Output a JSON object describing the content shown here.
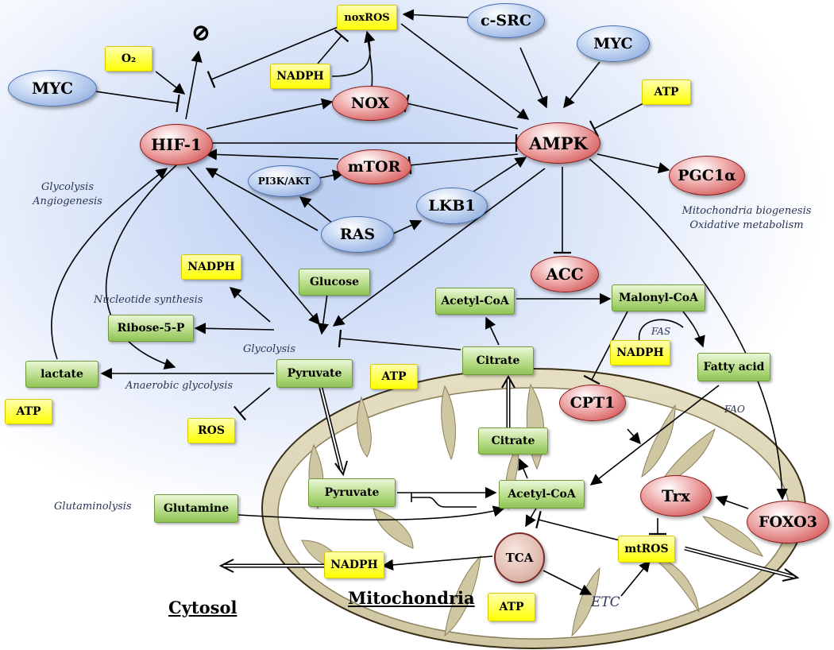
{
  "regions": {
    "cytosol": "Cytosol",
    "mitochondria": "Mitochondria"
  },
  "symbols": {
    "null_symbol": "⊘"
  },
  "nodes": {
    "myc_left": "MYC",
    "myc_right": "MYC",
    "c_src": "c-SRC",
    "pi3k_akt": "PI3K/AKT",
    "ras": "RAS",
    "lkb1": "LKB1",
    "hif1": "HIF-1",
    "nox": "NOX",
    "ampk": "AMPK",
    "mtor": "mTOR",
    "pgc1a": "PGC1α",
    "acc": "ACC",
    "cpt1": "CPT1",
    "trx": "Trx",
    "foxo3": "FOXO3",
    "tca": "TCA",
    "o2": "O₂",
    "noxros": "noxROS",
    "nadph_top": "NADPH",
    "atp_top": "ATP",
    "nadph_left": "NADPH",
    "atp_mid": "ATP",
    "atp_left": "ATP",
    "ros": "ROS",
    "nadph_fas": "NADPH",
    "nadph_mito": "NADPH",
    "atp_mito": "ATP",
    "mtros": "mtROS",
    "glucose": "Glucose",
    "ribose5p": "Ribose-5-P",
    "pyruvate_cyto": "Pyruvate",
    "lactate": "lactate",
    "citrate_cyto": "Citrate",
    "acetylcoa_cyto": "Acetyl-CoA",
    "malonylcoa": "Malonyl-CoA",
    "fatty_acid": "Fatty acid",
    "citrate_mito": "Citrate",
    "acetylcoa_mito": "Acetyl-CoA",
    "pyruvate_mito": "Pyruvate",
    "glutamine": "Glutamine"
  },
  "labels": {
    "glycolysis_angiogenesis_1": "Glycolysis",
    "glycolysis_angiogenesis_2": "Angiogenesis",
    "mito_biogenesis_1": "Mitochondria biogenesis",
    "mito_biogenesis_2": "Oxidative metabolism",
    "nucleotide_synthesis": "Nucleotide synthesis",
    "glycolysis": "Glycolysis",
    "anaerobic_glycolysis": "Anaerobic glycolysis",
    "fas": "FAS",
    "fao": "FAO",
    "glutaminolysis": "Glutaminolysis",
    "etc": "ETC"
  }
}
